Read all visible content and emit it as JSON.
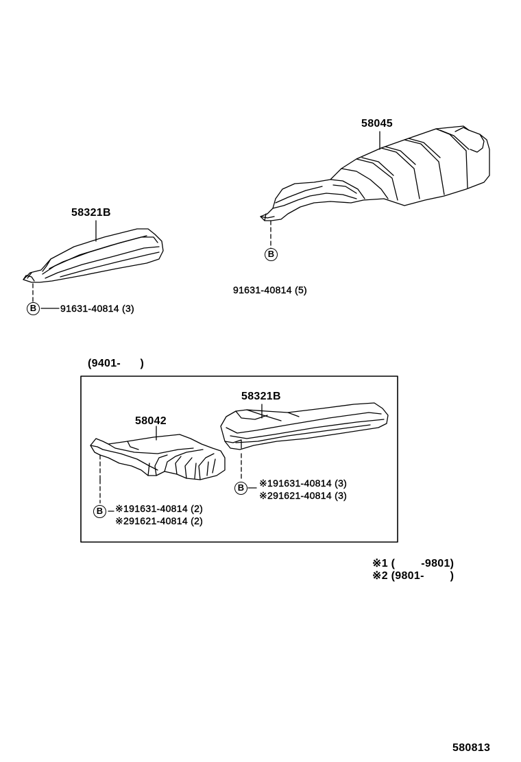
{
  "top_right_part": {
    "number": "58045"
  },
  "top_left_part": {
    "number": "58321B"
  },
  "top_left_bolt": {
    "marker": "B",
    "spec": "91631-40814 (3)"
  },
  "top_right_bolt": {
    "marker": "B",
    "spec": "91631-40814 (5)"
  },
  "inset": {
    "date_range": "(9401-      )",
    "left_part": {
      "number": "58042"
    },
    "right_part": {
      "number": "58321B"
    },
    "left_bolt": {
      "marker": "B",
      "line1": "※191631-40814 (2)",
      "line2": "※291621-40814 (2)"
    },
    "right_bolt": {
      "marker": "B",
      "line1": "※191631-40814 (3)",
      "line2": "※291621-40814 (3)"
    }
  },
  "notes": {
    "line1": "※1 (        -9801)",
    "line2": "※2 (9801-        )"
  },
  "figure_number": "580813"
}
